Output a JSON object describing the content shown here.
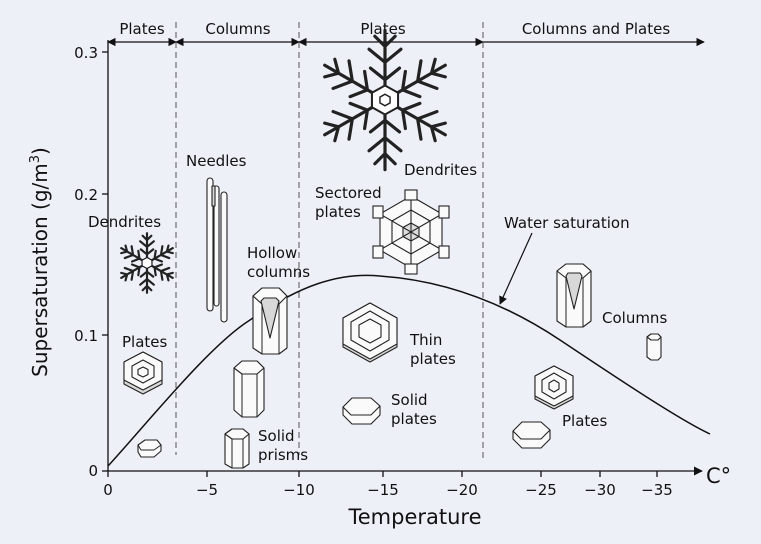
{
  "diagram": {
    "background_color": "#eef0f8",
    "regimes": [
      "Plates",
      "Columns",
      "Plates",
      "Columns and Plates"
    ],
    "axes": {
      "ylabel_main": "Supersaturation (g/m",
      "ylabel_sup": "3",
      "ylabel_end": ")",
      "xlabel": "Temperature",
      "x_unit": "C°",
      "y_ticks": [
        "0",
        "0.1",
        "0.2",
        "0.3"
      ],
      "x_ticks": [
        "0",
        "−5",
        "−10",
        "−15",
        "−20",
        "−25",
        "−30",
        "−35"
      ]
    },
    "curve_label": "Water saturation",
    "crystal_labels": {
      "dendrites_left": "Dendrites",
      "plates_left": "Plates",
      "needles": "Needles",
      "hollow_1": "Hollow",
      "hollow_2": "columns",
      "solid_1": "Solid",
      "solid_2": "prisms",
      "dendrites_top": "Dendrites",
      "sectored_1": "Sectored",
      "sectored_2": "plates",
      "thin_1": "Thin",
      "thin_2": "plates",
      "solidplates_1": "Solid",
      "solidplates_2": "plates",
      "columns_right": "Columns",
      "plates_right": "Plates"
    },
    "icons": [
      "dendrite-crystal-icon",
      "hexagonal-plate-icon",
      "needle-crystal-icon",
      "hollow-column-icon",
      "solid-prism-icon",
      "sectored-plate-icon",
      "thin-plate-icon",
      "solid-plate-icon",
      "column-crystal-icon"
    ]
  }
}
